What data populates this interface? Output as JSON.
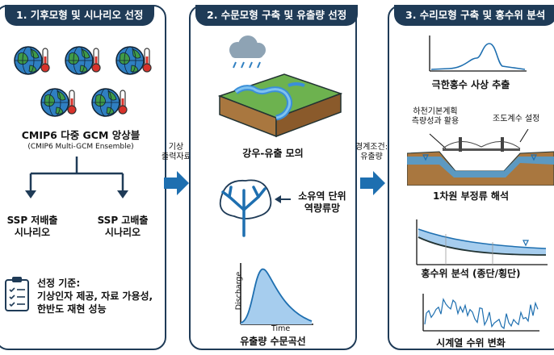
{
  "panel1": {
    "title": "1. 기후모형 및 시나리오 선정",
    "ensemble_label": "CMIP6 다중 GCM 앙상블",
    "ensemble_sub": "(CMIP6 Multi-GCM Ensemble)",
    "ssp_low": [
      "SSP 저배출",
      "시나리오"
    ],
    "ssp_high": [
      "SSP 고배출",
      "시나리오"
    ],
    "criteria": [
      "선정 기준:",
      "기상인자 제공, 자료 가용성,",
      "한반도 재현 성능"
    ]
  },
  "arrow1": [
    "기상",
    "출력자료"
  ],
  "panel2": {
    "title": "2. 수문모형 구축 및 유출량 선정",
    "rainfall_runoff": "강우-유출 모의",
    "watershed": [
      "소유역 단위",
      "역량류망"
    ],
    "discharge_axis": "Discharge",
    "time_axis": "Time",
    "hydrograph": "유출량 수문곡선"
  },
  "arrow2": [
    "경계조건:",
    "유출량"
  ],
  "panel3": {
    "title": "3. 수리모형 구축 및 홍수위 분석",
    "extreme": "극한홍수 사상 추출",
    "river_plan": [
      "하천기본계획",
      "측량성과 활용"
    ],
    "roughness": "조도계수 설정",
    "unsteady": "1차원 부정류 해석",
    "flood_level": "홍수위 분석 (종단/횡단)",
    "timeseries": "시계열 수위 변화"
  },
  "colors": {
    "navy": "#1f3b57",
    "blue": "#1e6fb0",
    "water": "#5aa9e0"
  }
}
